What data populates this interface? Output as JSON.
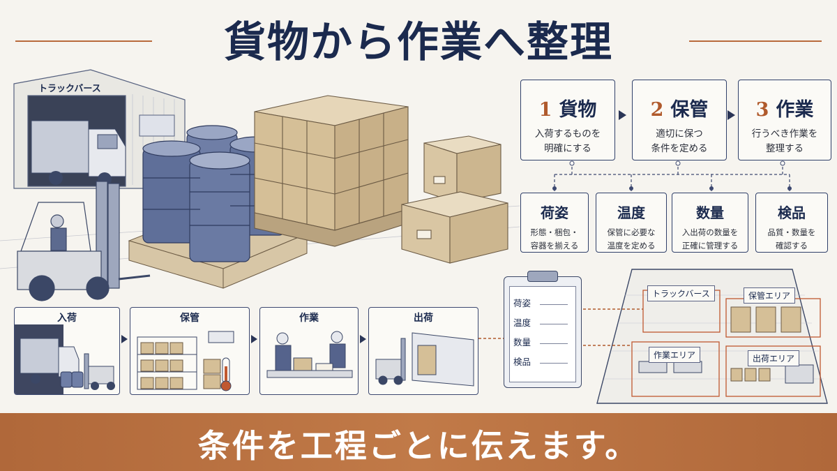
{
  "title": "貨物から作業へ整理",
  "building_label": "トラックバース",
  "steps": [
    {
      "num": "1",
      "title": "貨物",
      "desc1": "入荷するものを",
      "desc2": "明確にする"
    },
    {
      "num": "2",
      "title": "保管",
      "desc1": "適切に保つ",
      "desc2": "条件を定める"
    },
    {
      "num": "3",
      "title": "作業",
      "desc1": "行うべき作業を",
      "desc2": "整理する"
    }
  ],
  "conditions": [
    {
      "title": "荷姿",
      "desc1": "形態・梱包・",
      "desc2": "容器を揃える"
    },
    {
      "title": "温度",
      "desc1": "保管に必要な",
      "desc2": "温度を定める"
    },
    {
      "title": "数量",
      "desc1": "入出荷の数量を",
      "desc2": "正確に管理する"
    },
    {
      "title": "検品",
      "desc1": "品質・数量を",
      "desc2": "確認する"
    }
  ],
  "process": [
    "入荷",
    "保管",
    "作業",
    "出荷"
  ],
  "checklist": [
    "荷姿",
    "温度",
    "数量",
    "検品"
  ],
  "floor_areas": {
    "truck_berth": "トラックバース",
    "storage": "保管エリア",
    "work": "作業エリア",
    "shipping": "出荷エリア"
  },
  "footer": "条件を工程ごとに伝えます。",
  "colors": {
    "navy": "#1b2a4e",
    "accent": "#b86f3f",
    "background": "#f6f4ef"
  }
}
